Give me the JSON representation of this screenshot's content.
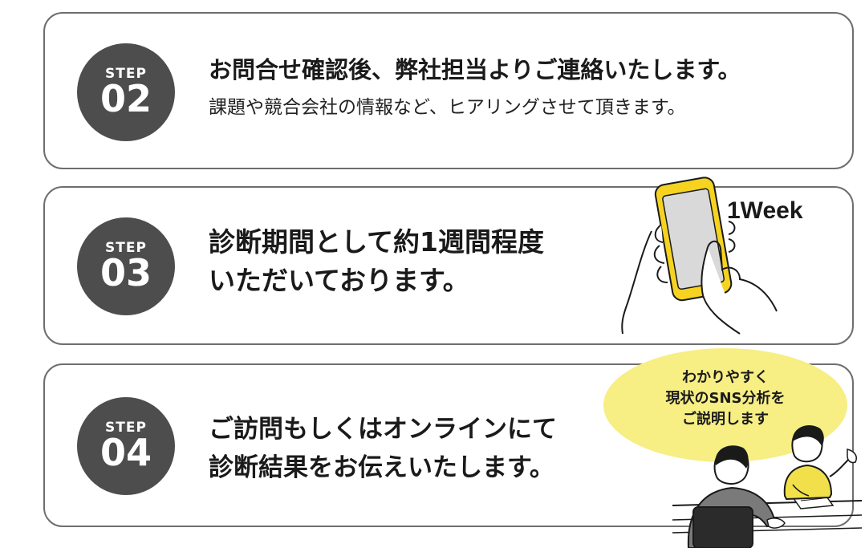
{
  "steps": [
    {
      "word": "STEP",
      "number": "02",
      "headline_lines": [
        "お問合せ確認後、弊社担当よりご連絡いたします。"
      ],
      "subline": "課題や競合会社の情報など、ヒアリングさせて頂きます。"
    },
    {
      "word": "STEP",
      "number": "03",
      "headline_lines": [
        "診断期間として約1週間程度",
        "いただいております。"
      ],
      "subline": ""
    },
    {
      "word": "STEP",
      "number": "04",
      "headline_lines": [
        "ご訪問もしくはオンラインにて",
        "診断結果をお伝えいたします。"
      ],
      "subline": ""
    }
  ],
  "phone_badge": "1Week",
  "balloon_lines": [
    "わかりやすく",
    "現状のSNS分析を",
    "ご説明します"
  ],
  "colors": {
    "step_circle": "#4d4d4d",
    "card_border": "#6e6e6e",
    "balloon": "#f7ee84",
    "phone_frame": "#f5d320",
    "phone_screen": "#d9d9d9",
    "presenter_shirt": "#f2e04a"
  }
}
